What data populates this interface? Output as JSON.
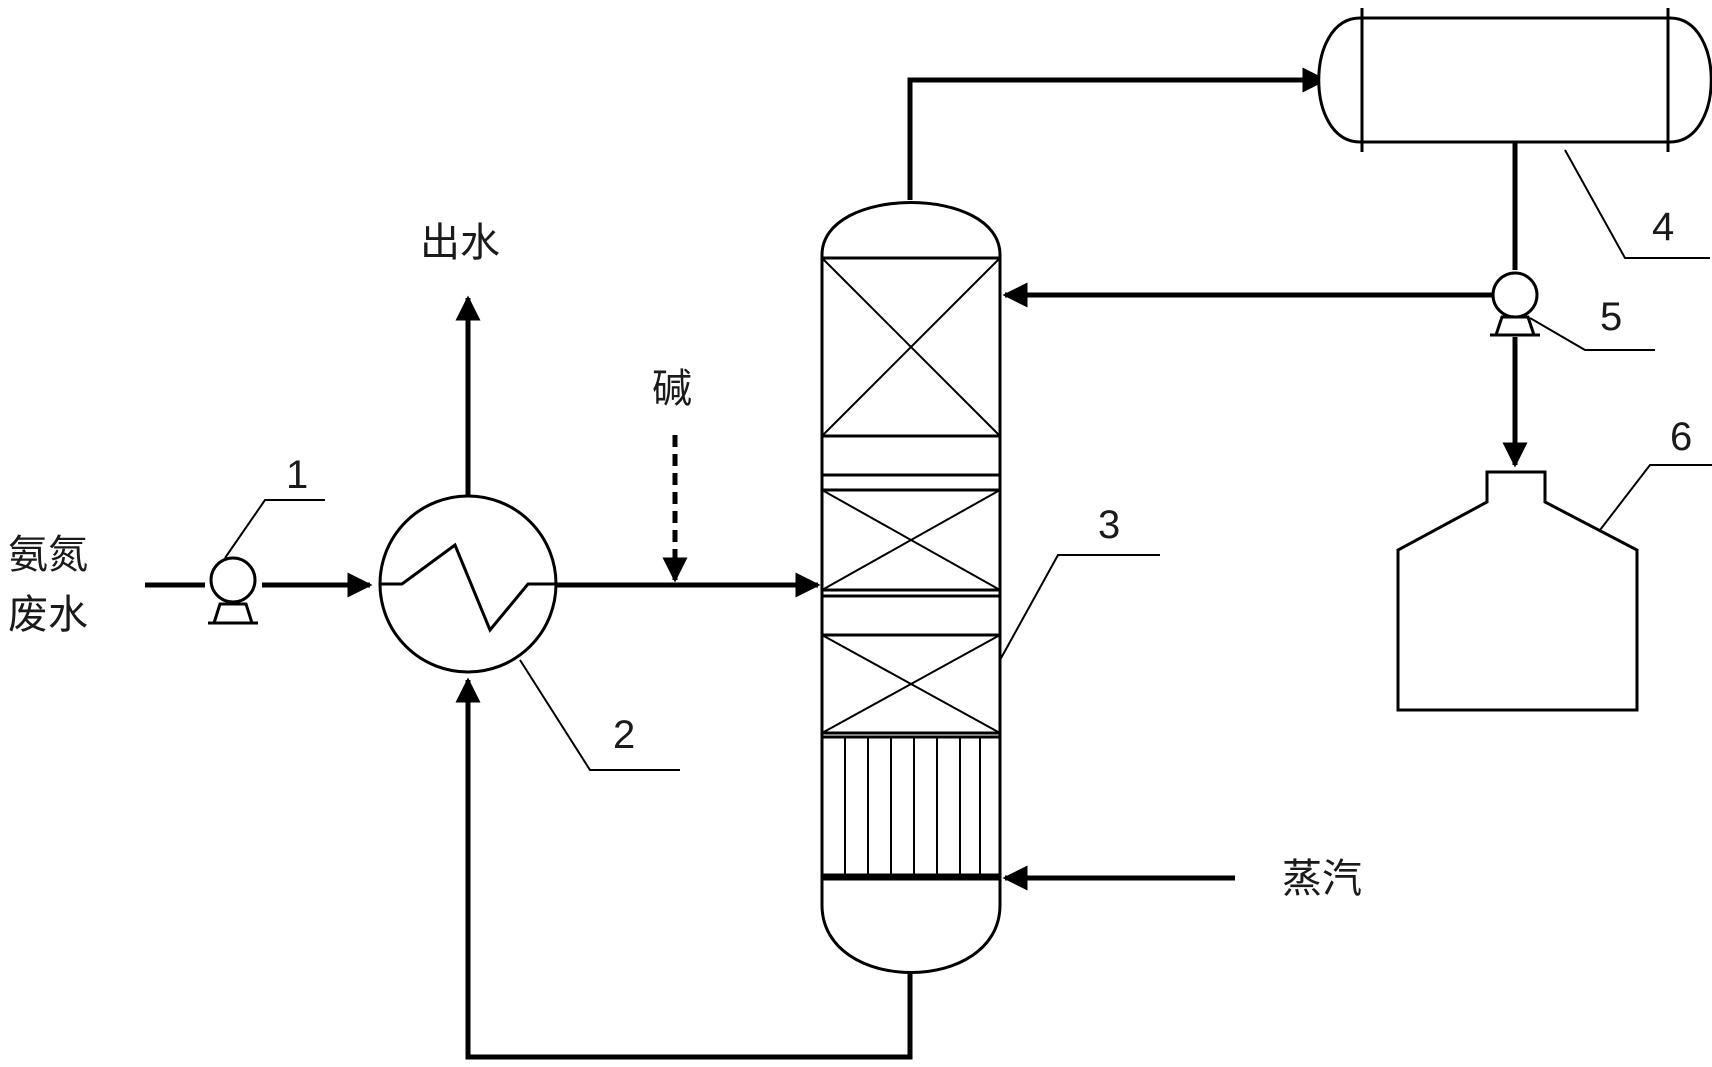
{
  "labels": {
    "feed_line1": "氨氮",
    "feed_line2": "废水",
    "water_out": "出水",
    "alkali": "碱",
    "steam": "蒸汽"
  },
  "numbers": {
    "pump_feed": "1",
    "heat_exchanger": "2",
    "stripping_tower": "3",
    "condenser_tank": "4",
    "pump_reflux": "5",
    "product_tank": "6"
  }
}
